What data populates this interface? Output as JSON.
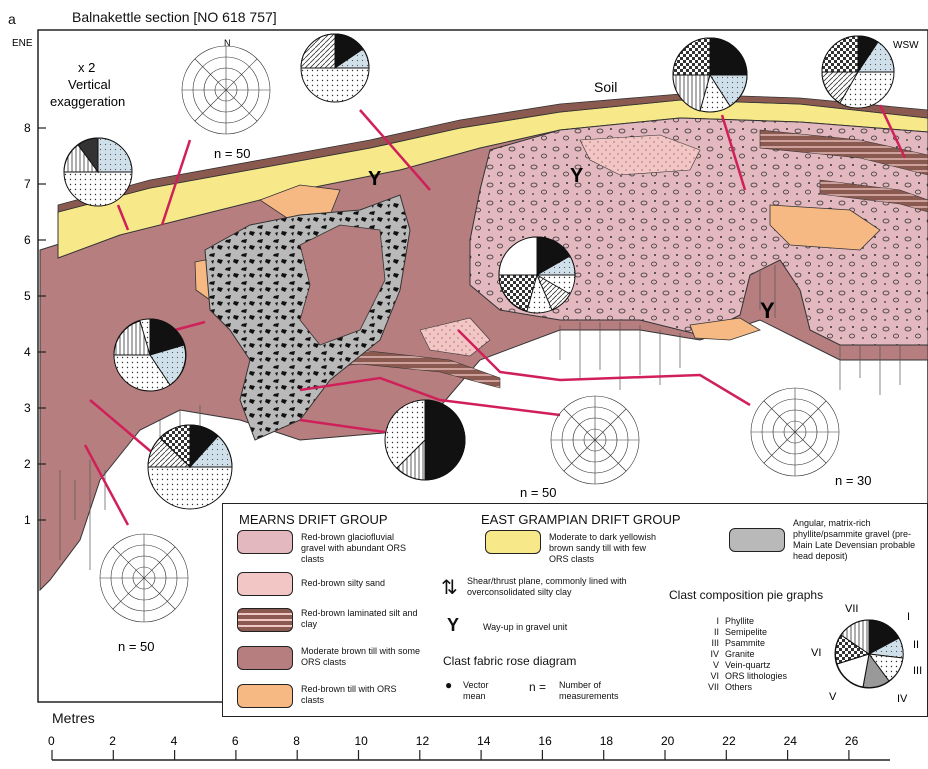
{
  "figure": {
    "letter": "a",
    "title": "Balnakettle section [NO 618 757]",
    "exaggeration": "x 2\nVertical\nexaggeration",
    "ene": "ENE",
    "wsw": "WSW",
    "soil": "Soil",
    "way_up_symbol": "Y",
    "rose_counts": [
      "n = 50",
      "n = 50",
      "n = 30",
      "n = 50"
    ],
    "north": "N"
  },
  "axes": {
    "x_label": "Metres",
    "x_ticks": [
      "0",
      "2",
      "4",
      "6",
      "8",
      "10",
      "12",
      "14",
      "16",
      "18",
      "20",
      "22",
      "24",
      "26"
    ],
    "y_ticks": [
      "8",
      "7",
      "6",
      "5",
      "4",
      "3",
      "2",
      "1"
    ]
  },
  "legend": {
    "mearns_title": "MEARNS DRIFT GROUP",
    "east_title": "EAST GRAMPIAN DRIFT GROUP",
    "mearns_items": [
      {
        "label": "Red-brown glaciofluvial gravel with abundant ORS clasts",
        "color": "#e3b8bf"
      },
      {
        "label": "Red-brown silty sand",
        "color": "#f3c6c6"
      },
      {
        "label": "Red-brown laminated silt and clay",
        "color": "#8a5a50"
      },
      {
        "label": "Moderate brown till with some ORS clasts",
        "color": "#b77e80"
      },
      {
        "label": "Red-brown till with ORS clasts",
        "color": "#f6b984"
      }
    ],
    "east_item": {
      "label": "Moderate to dark yellowish brown sandy till with few ORS clasts",
      "color": "#f7e98a"
    },
    "angular_item": "Angular, matrix-rich phyllite/psammite gravel (pre-Main Late Devensian probable head deposit)",
    "shear_item": "Shear/thrust plane, commonly lined with overconsolidated silty clay",
    "wayup_item": "Way-up in gravel unit",
    "rose_heading": "Clast fabric rose diagram",
    "vector_label": "Vector mean",
    "n_symbol": "n =",
    "n_label": "Number of measurements",
    "pie_heading": "Clast composition pie graphs",
    "composition": [
      {
        "num": "I",
        "label": "Phyllite"
      },
      {
        "num": "II",
        "label": "Semipelite"
      },
      {
        "num": "III",
        "label": "Psammite"
      },
      {
        "num": "IV",
        "label": "Granite"
      },
      {
        "num": "V",
        "label": "Vein-quartz"
      },
      {
        "num": "VI",
        "label": "ORS lithologies"
      },
      {
        "num": "VII",
        "label": "Others"
      }
    ],
    "pie_labels": [
      "VII",
      "I",
      "II",
      "III",
      "IV",
      "V",
      "VI"
    ]
  },
  "colors": {
    "till_brown": "#b77e80",
    "yellow_till": "#f7e98a",
    "gravel_pink": "#e3b8bf",
    "silty_sand": "#f3c6c6",
    "orange_till": "#f6b984",
    "soil": "#8a5a50",
    "angular_gray": "#b9b9b9",
    "fabric_line": "#d0205a"
  }
}
